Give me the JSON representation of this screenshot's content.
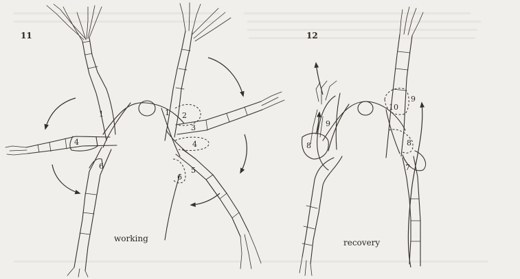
{
  "figure_11": {
    "number": "11",
    "caption": "working",
    "left_labels": [
      "1",
      "4",
      "6"
    ],
    "right_labels": [
      "1",
      "2",
      "3",
      "4",
      "5",
      "6"
    ]
  },
  "figure_12": {
    "number": "12",
    "caption": "recovery",
    "left_labels": [
      "9",
      "8"
    ],
    "right_labels": [
      "10",
      "9",
      "8",
      "7"
    ]
  },
  "colors": {
    "paper": "#f1efeb",
    "ink": "#34302b",
    "bleed_through": "#d8d4cf"
  }
}
